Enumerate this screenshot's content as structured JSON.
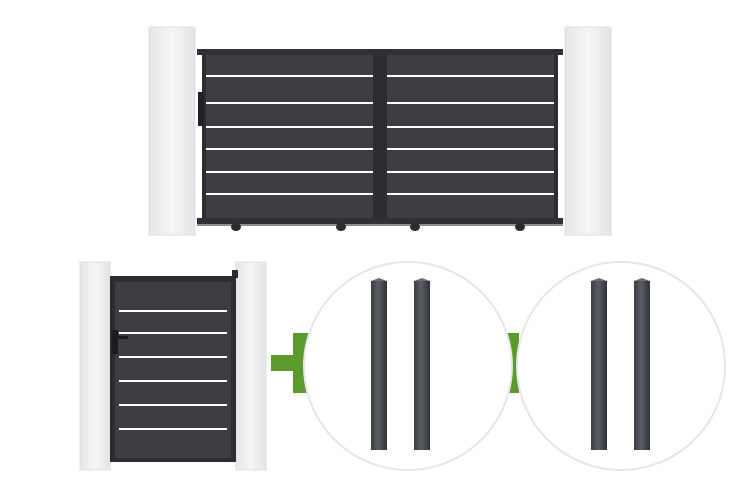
{
  "scene": {
    "description_items": [
      "double-sliding-gate",
      "pedestrian-gate",
      "post-pair",
      "post-pair"
    ],
    "colors": {
      "gate_anthracite": "#3c3e42",
      "gate_dark": "#2b2d30",
      "slat_gap": "#ffffff",
      "pillar_white": "#eceeef",
      "plus_green": "#5b9a2c",
      "circle_border": "#e6e6e6",
      "post_grey": "#4a4d52"
    }
  }
}
